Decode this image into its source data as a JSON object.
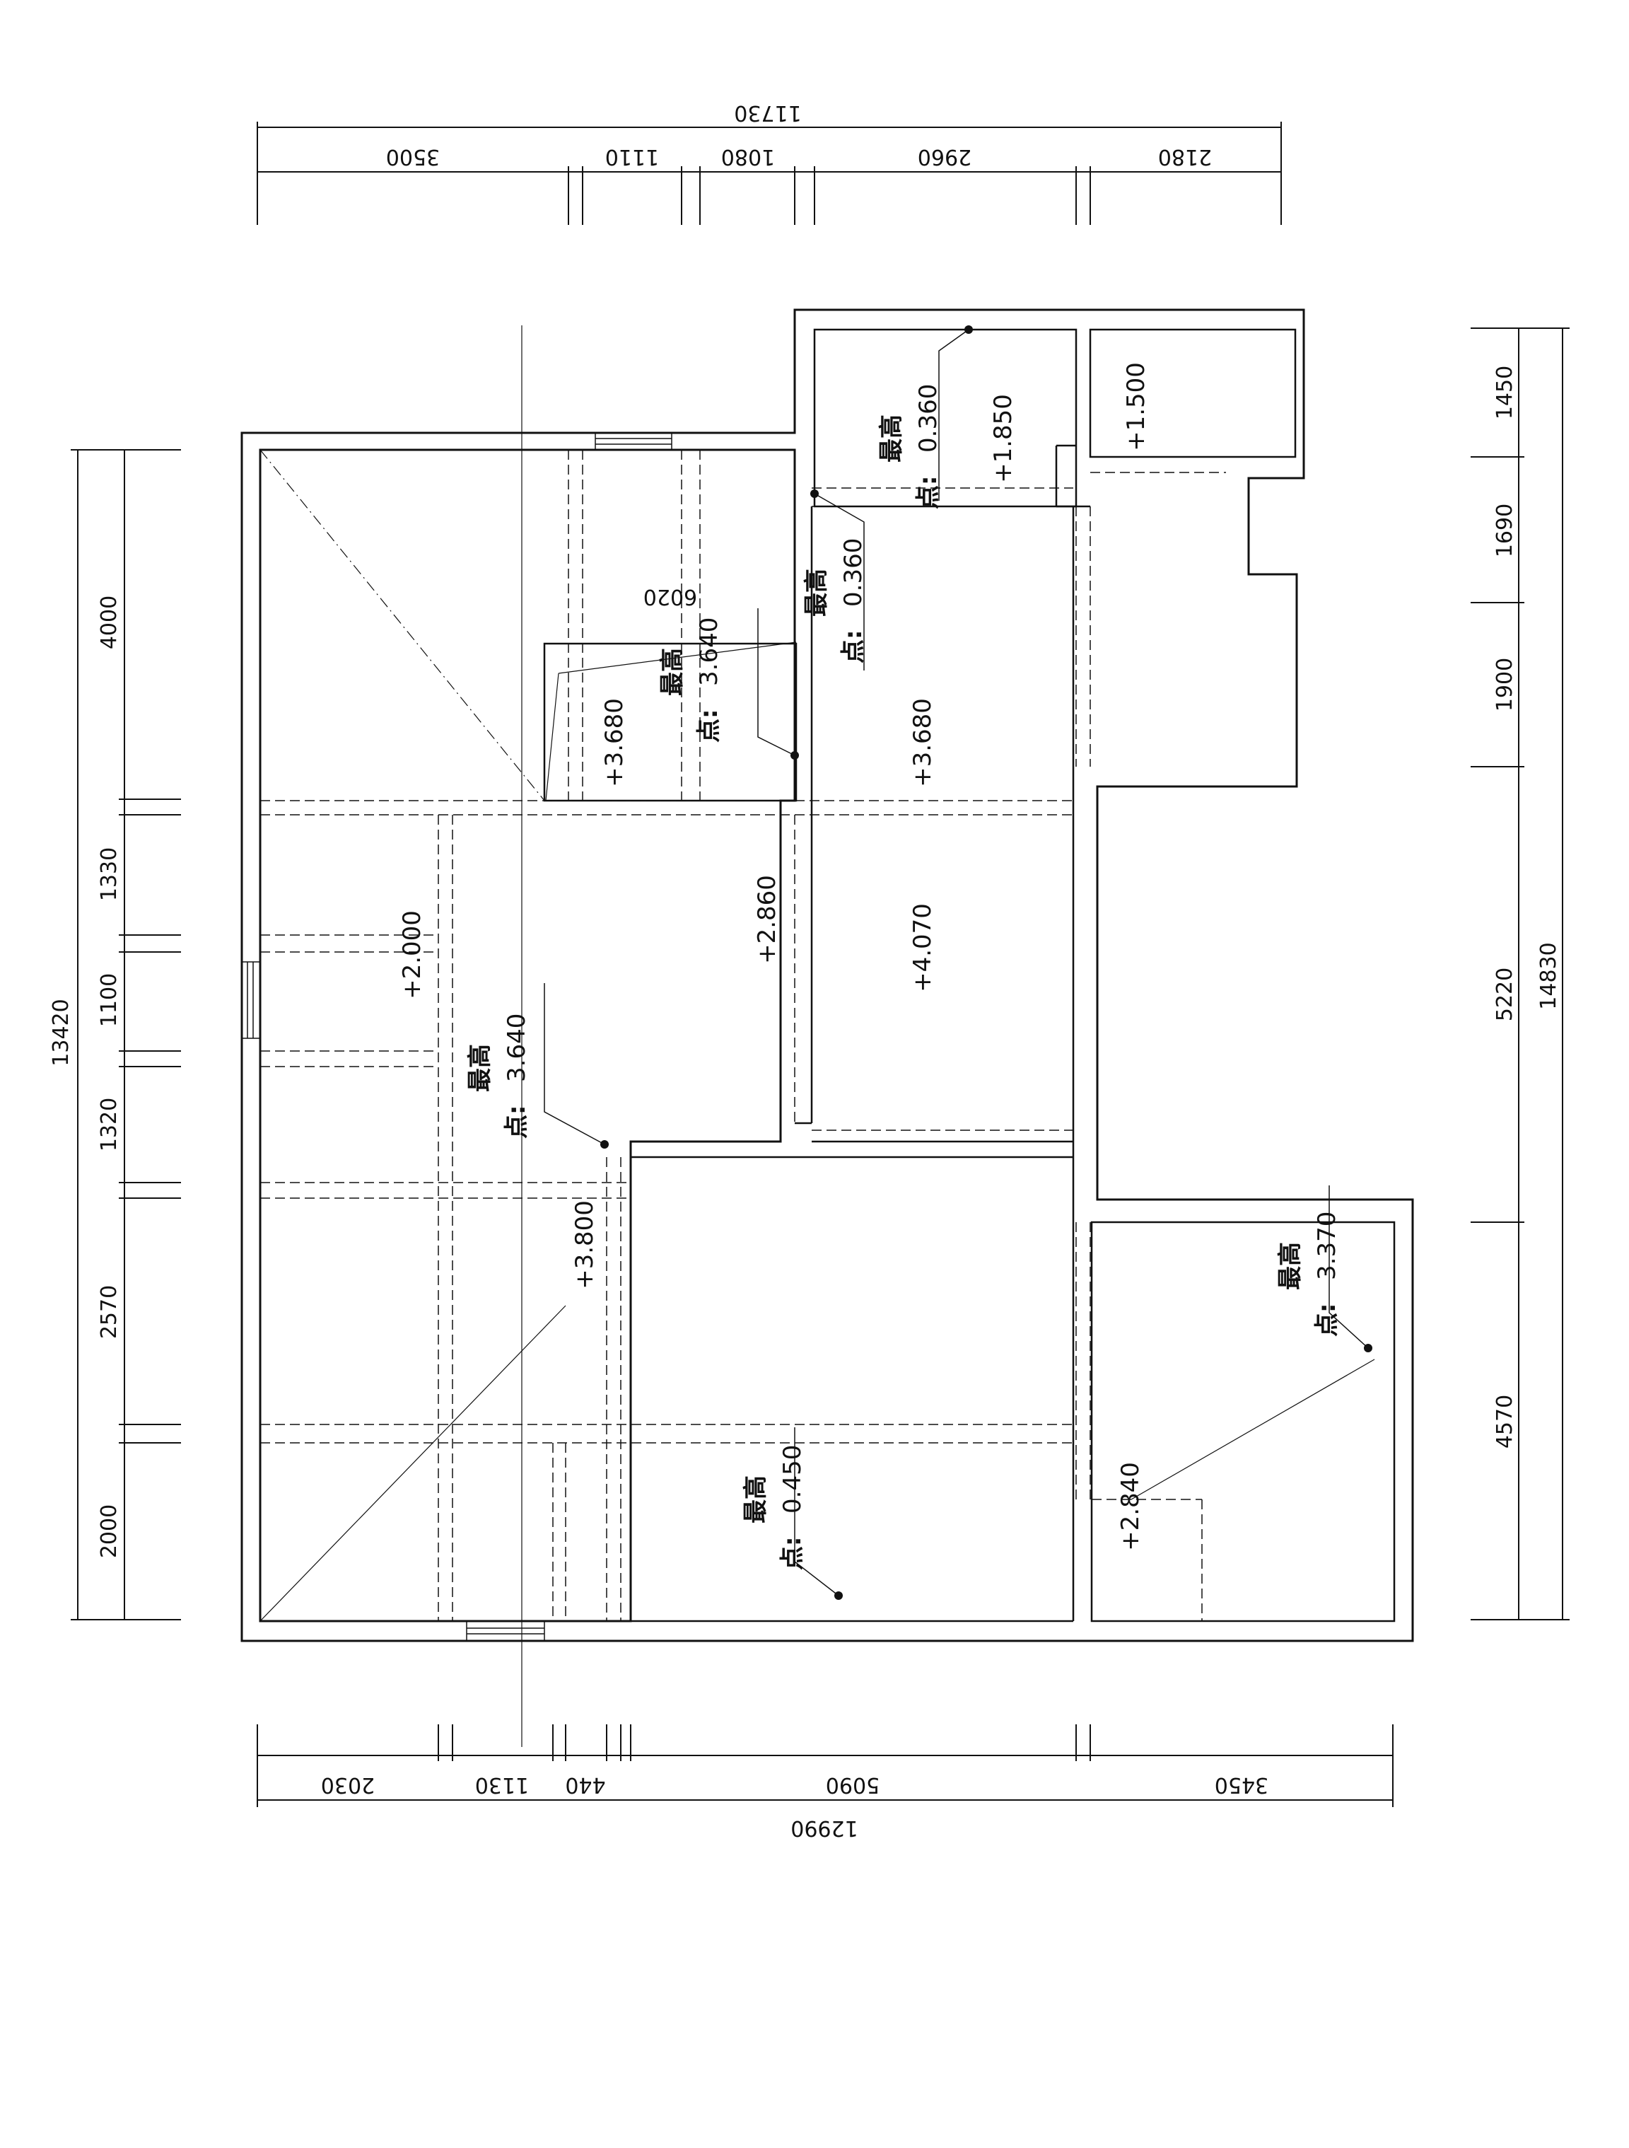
{
  "dimensions": {
    "top_total": "11730",
    "top": [
      "3500",
      "1110",
      "1080",
      "2960",
      "2180"
    ],
    "bottom_total": "12990",
    "bottom": [
      "2030",
      "1130",
      "440",
      "5090",
      "3450"
    ],
    "left_total": "13420",
    "left": [
      "4000",
      "1330",
      "1100",
      "1320",
      "2570",
      "2000"
    ],
    "right_total": "14830",
    "right": [
      "1450",
      "1690",
      "1900",
      "5220",
      "4570"
    ],
    "inner": "6020"
  },
  "elevations": [
    "+1.850",
    "+1.500",
    "+3.680",
    "+3.680",
    "+2.000",
    "+2.860",
    "+4.070",
    "+3.800",
    "+2.840"
  ],
  "highest_points": [
    {
      "label": "最高",
      "label2": "点:",
      "value": "0.360"
    },
    {
      "label": "最高",
      "label2": "点:",
      "value": "0.360"
    },
    {
      "label": "最高",
      "label2": "点:",
      "value": "3.640"
    },
    {
      "label": "最高",
      "label2": "点:",
      "value": "3.640"
    },
    {
      "label": "最高",
      "label2": "点:",
      "value": "3.370"
    },
    {
      "label": "最高",
      "label2": "点:",
      "value": "0.450"
    }
  ]
}
